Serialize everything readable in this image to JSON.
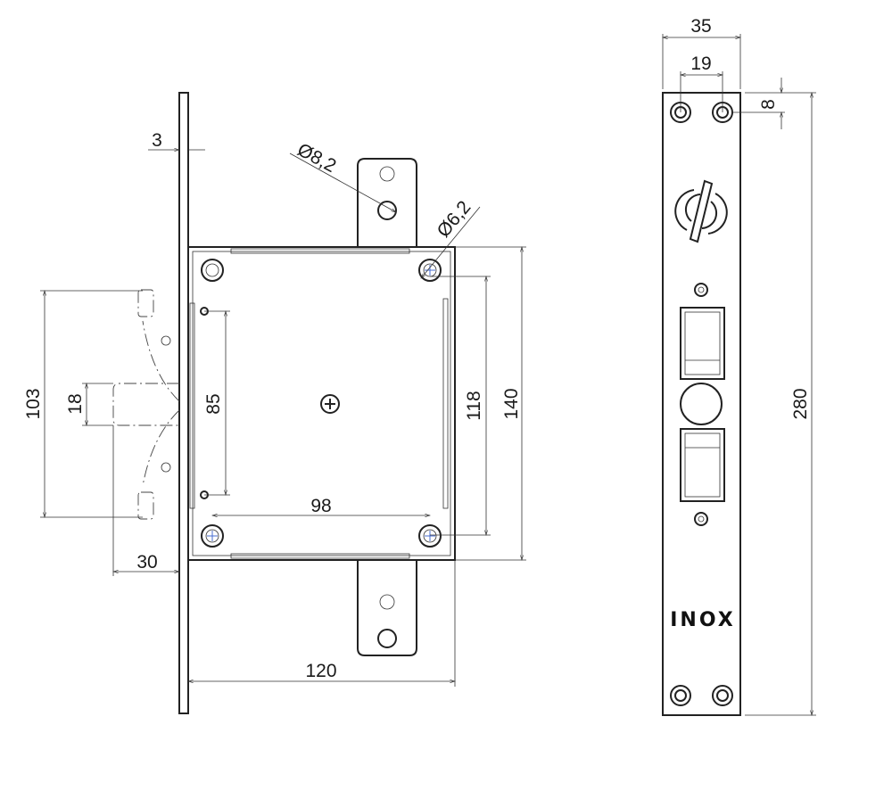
{
  "title": "Mortise lock technical drawing",
  "colors": {
    "line": "#222222",
    "background": "#ffffff",
    "screw_cross": "#4a6fd0"
  },
  "side_view": {
    "dimensions": {
      "faceplate_thickness": "3",
      "tab_hole_diameter": "Ø8,2",
      "screw_hole_diameter": "Ø6,2",
      "bolt_span": "103",
      "bolt_height": "18",
      "hole_spacing_vertical": "85",
      "screw_spacing_vertical": "118",
      "body_height": "140",
      "screw_spacing_horizontal": "98",
      "bolt_throw": "30",
      "body_width": "120"
    }
  },
  "front_view": {
    "dimensions": {
      "plate_width": "35",
      "hole_spacing": "19",
      "hole_offset": "8",
      "plate_length": "280"
    },
    "label": "INOX"
  }
}
